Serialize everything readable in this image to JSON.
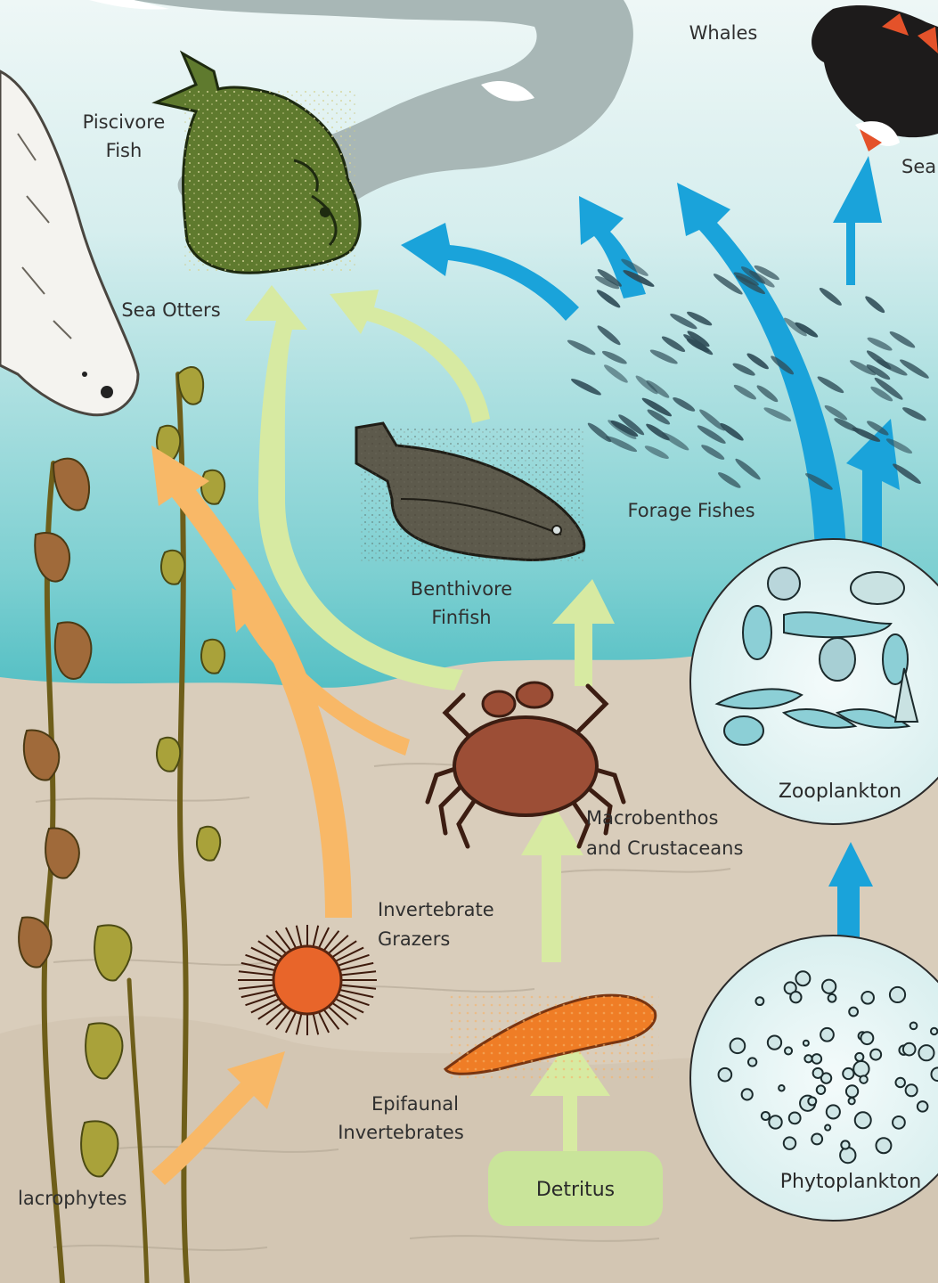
{
  "labels": {
    "whales": "Whales",
    "seabirds": "Sea",
    "piscivore_fish_line1": "Piscivore",
    "piscivore_fish_line2": "Fish",
    "sea_otters": "Sea Otters",
    "forage_fishes": "Forage Fishes",
    "benthivore_line1": "Benthivore",
    "benthivore_line2": "Finfish",
    "zooplankton": "Zooplankton",
    "macrobenthos_line1": "Macrobenthos",
    "macrobenthos_line2": "and Crustaceans",
    "invertebrate_grazers_line1": "Invertebrate",
    "invertebrate_grazers_line2": "Grazers",
    "epifaunal_line1": "Epifaunal",
    "epifaunal_line2": "Invertebrates",
    "detritus": "Detritus",
    "phytoplankton": "Phytoplankton",
    "macrophytes": "lacrophytes"
  },
  "colors": {
    "water_light": "#e9f4f3",
    "water_deep": "#2fb1b8",
    "sediment": "#d8ccbb",
    "arrow_blue": "#1aa3da",
    "arrow_green": "#d6e9a0",
    "arrow_orange": "#f9b86a",
    "detritus_box": "#c9e49a",
    "kelp": "#8a7a22",
    "whale": "#a9b9b9",
    "piscivore": "#5f7a2e",
    "benthivore": "#5d5a4c",
    "crab": "#9c4e36",
    "urchin": "#e8652a",
    "sea_cucumber": "#ef7d26",
    "plankton_circle": "#e8f6f6"
  },
  "icons": [
    "whale-icon",
    "seabird-icon",
    "piscivore-fish-icon",
    "sea-otter-icon",
    "forage-fish-school-icon",
    "benthivore-flatfish-icon",
    "crab-icon",
    "sea-urchin-icon",
    "sea-cucumber-icon",
    "zooplankton-icon",
    "phytoplankton-icon",
    "kelp-icon"
  ]
}
